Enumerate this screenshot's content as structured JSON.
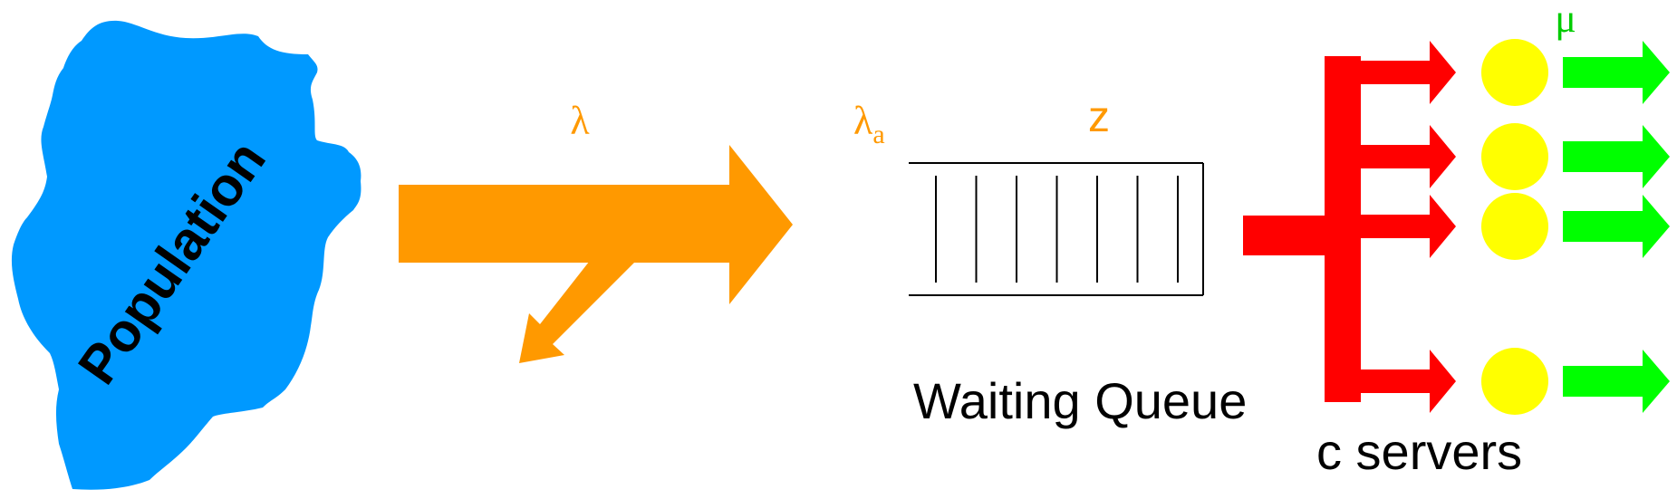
{
  "population": {
    "label": "Population",
    "color": "#0099ff"
  },
  "arrival": {
    "rate_label": "λ",
    "color": "#ff9900"
  },
  "queue": {
    "arrival_rate_symbol": "λ",
    "arrival_rate_subscript": "a",
    "capacity_label": "z",
    "caption": "Waiting Queue",
    "slot_dividers": 7
  },
  "servers": {
    "service_rate_label": "μ",
    "caption": "c servers",
    "count_drawn": 4,
    "dispatch_color": "#ff0000",
    "server_color": "#ffff00",
    "departure_color": "#00ff00",
    "service_rate_color": "#00cc00"
  }
}
